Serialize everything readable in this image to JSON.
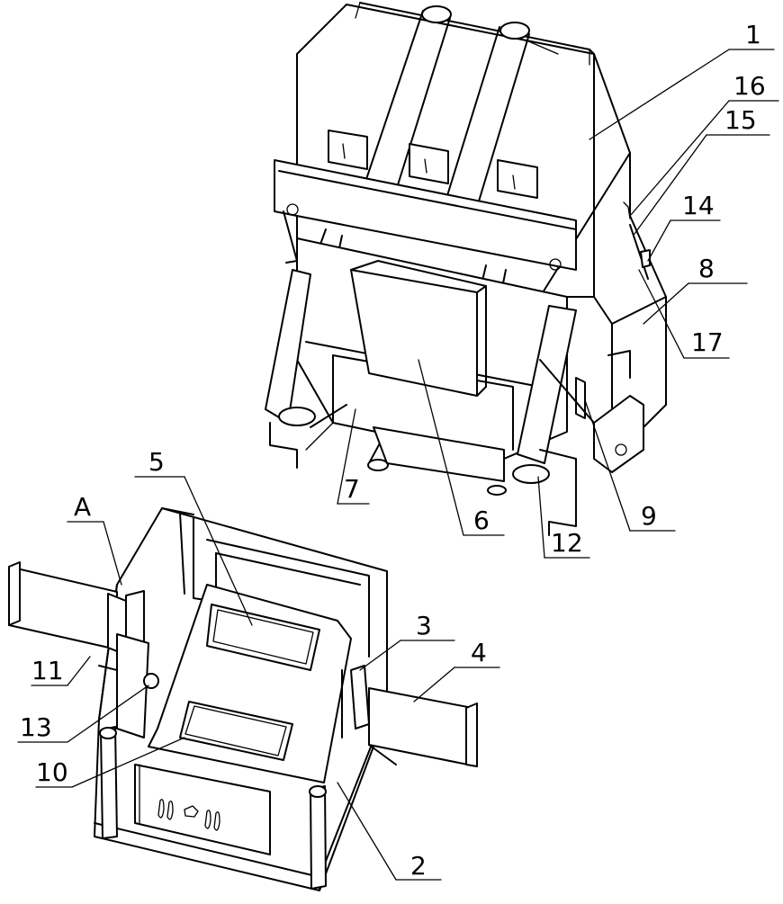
{
  "callouts": [
    {
      "id": "label-1",
      "text": "1"
    },
    {
      "id": "label-2",
      "text": "2"
    },
    {
      "id": "label-3",
      "text": "3"
    },
    {
      "id": "label-4",
      "text": "4"
    },
    {
      "id": "label-5",
      "text": "5"
    },
    {
      "id": "label-6",
      "text": "6"
    },
    {
      "id": "label-7",
      "text": "7"
    },
    {
      "id": "label-8",
      "text": "8"
    },
    {
      "id": "label-9",
      "text": "9"
    },
    {
      "id": "label-10",
      "text": "10"
    },
    {
      "id": "label-11",
      "text": "11"
    },
    {
      "id": "label-12",
      "text": "12"
    },
    {
      "id": "label-13",
      "text": "13"
    },
    {
      "id": "label-14",
      "text": "14"
    },
    {
      "id": "label-15",
      "text": "15"
    },
    {
      "id": "label-16",
      "text": "16"
    },
    {
      "id": "label-17",
      "text": "17"
    },
    {
      "id": "label-A",
      "text": "A"
    }
  ]
}
